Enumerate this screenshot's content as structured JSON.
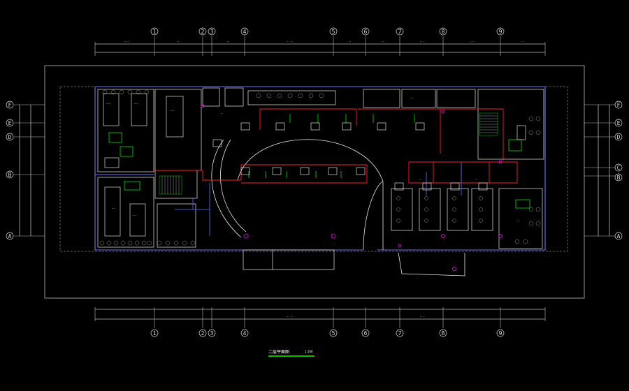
{
  "drawing": {
    "title": "二层平面图",
    "scale": "1:100",
    "colors": {
      "background": "#000000",
      "wall": "#ffffff",
      "blue_line": "#7070ff",
      "red_line": "#ff2020",
      "green": "#00ff00",
      "yellow": "#ffff40",
      "magenta": "#ff00ff",
      "grid_line": "#bbbbbb"
    }
  },
  "grid": {
    "columns": [
      "1",
      "2",
      "3",
      "4",
      "5",
      "6",
      "7",
      "8",
      "9"
    ],
    "rows_left": [
      "F",
      "E",
      "D",
      "B",
      "A"
    ],
    "rows_right": [
      "F",
      "E",
      "D",
      "C",
      "B",
      "A"
    ]
  }
}
